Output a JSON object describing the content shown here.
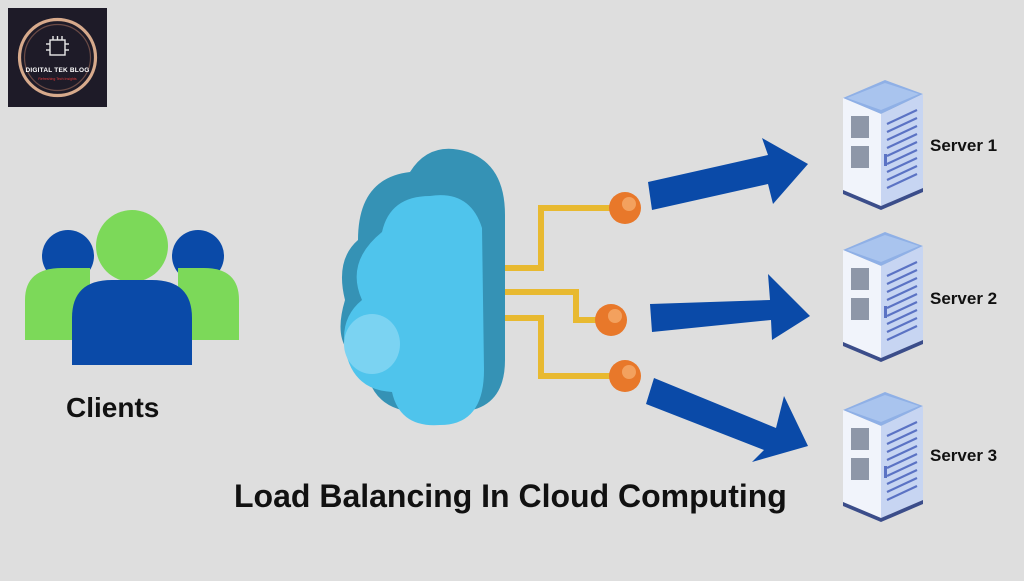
{
  "logo": {
    "name": "DIGITAL TEK BLOG",
    "tagline": "Refreshing Tech Insights"
  },
  "clients_label": "Clients",
  "title": "Load Balancing In Cloud Computing",
  "servers": [
    {
      "label": "Server 1"
    },
    {
      "label": "Server 2"
    },
    {
      "label": "Server 3"
    }
  ],
  "colors": {
    "background": "#dedede",
    "client_front": "#0a4aa8",
    "client_back": "#7cd959",
    "cloud_light": "#4fc4ec",
    "cloud_dark": "#3592b5",
    "connector_line": "#e8b930",
    "connector_node": "#e8782a",
    "arrow": "#0a4aa8",
    "server_body": "#f1f4fb",
    "server_top": "#8fb0e6"
  }
}
